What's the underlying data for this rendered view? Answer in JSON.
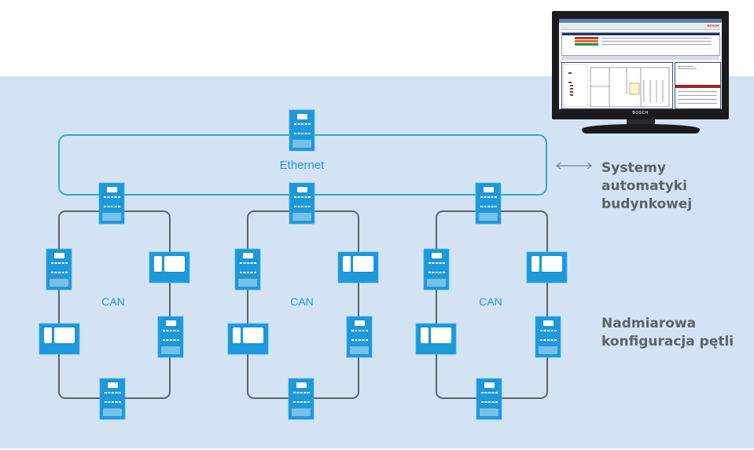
{
  "diagram": {
    "title": "Bosch building automation network topology",
    "colors": {
      "background_band": "#d3e3f4",
      "ethernet_line": "#26b1c6",
      "can_line": "#606468",
      "device_fill": "#1d98d8",
      "label_blue": "#1f97d6",
      "side_text": "#5d6265"
    },
    "ethernet": {
      "label": "Ethernet",
      "nodes": [
        "ethernet-panel-top",
        "gateway-panel-1",
        "gateway-panel-2",
        "gateway-panel-3"
      ]
    },
    "loops": [
      {
        "id": "loop-1",
        "label": "CAN",
        "gateway": "panel",
        "devices": [
          "panel",
          "keypad",
          "keypad",
          "panel",
          "panel"
        ]
      },
      {
        "id": "loop-2",
        "label": "CAN",
        "gateway": "panel",
        "devices": [
          "panel",
          "keypad",
          "keypad",
          "panel",
          "panel"
        ]
      },
      {
        "id": "loop-3",
        "label": "CAN",
        "gateway": "panel",
        "devices": [
          "panel",
          "keypad",
          "keypad",
          "panel",
          "panel"
        ]
      }
    ],
    "bms_label_lines": [
      "Systemy",
      "automatyki",
      "budynkowej"
    ],
    "redundant_label_lines": [
      "Nadmiarowa",
      "konfiguracja pętli"
    ],
    "connector": "double-arrow-icon",
    "monitor": {
      "brand": "BOSCH",
      "screen_logo": "BOSCH",
      "description": "Building Integration System workstation screen"
    }
  }
}
